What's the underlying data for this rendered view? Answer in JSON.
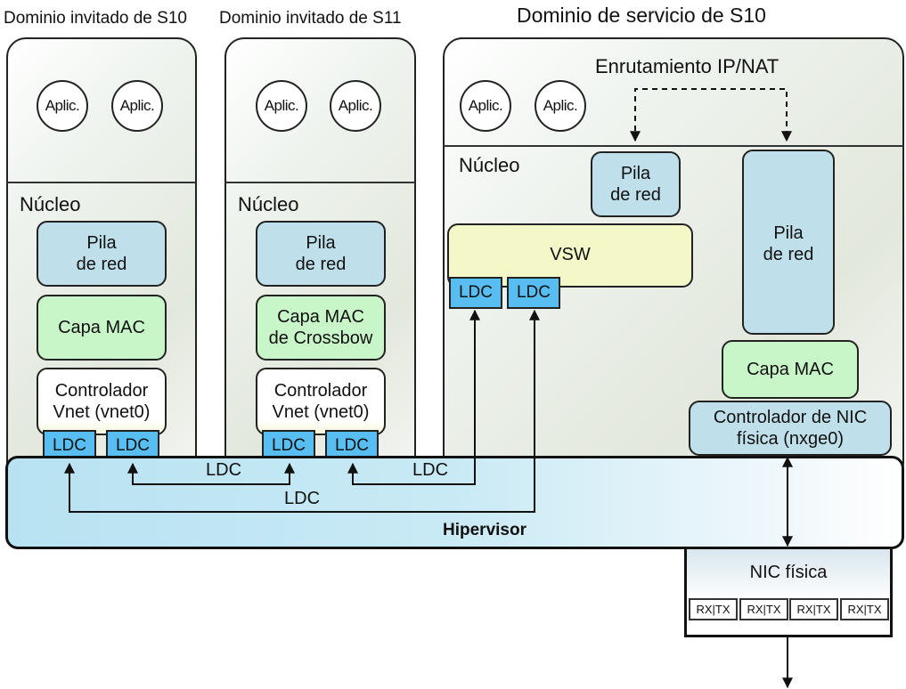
{
  "domains": {
    "guest_s10": {
      "title": "Dominio invitado de S10"
    },
    "guest_s11": {
      "title": "Dominio invitado de S11"
    },
    "service_s10": {
      "title": "Dominio de servicio de S10"
    }
  },
  "app_label": "Aplic.",
  "kernel_label": "Núcleo",
  "guest_s10": {
    "network_stack": [
      "Pila",
      "de red"
    ],
    "mac_layer": "Capa MAC",
    "vnet_driver": [
      "Controlador",
      "Vnet (vnet0)"
    ],
    "ldc": [
      "LDC",
      "LDC"
    ]
  },
  "guest_s11": {
    "network_stack": [
      "Pila",
      "de red"
    ],
    "mac_layer": [
      "Capa MAC",
      "de Crossbow"
    ],
    "vnet_driver": [
      "Controlador",
      "Vnet (vnet0)"
    ],
    "ldc": [
      "LDC",
      "LDC"
    ]
  },
  "service_s10": {
    "routing": "Enrutamiento IP/NAT",
    "network_stack_small": [
      "Pila",
      "de red"
    ],
    "vsw": "VSW",
    "vsw_ldc": [
      "LDC",
      "LDC"
    ],
    "network_stack_tall": [
      "Pila",
      "de red"
    ],
    "mac_layer": "Capa MAC",
    "nic_driver": [
      "Controlador de NIC",
      "física (nxge0)"
    ]
  },
  "hypervisor": {
    "label": "Hipervisor",
    "channel_labels": [
      "LDC",
      "LDC",
      "LDC"
    ]
  },
  "physical_nic": {
    "label": "NIC física",
    "ports": [
      "RX|TX",
      "RX|TX",
      "RX|TX",
      "RX|TX"
    ]
  }
}
